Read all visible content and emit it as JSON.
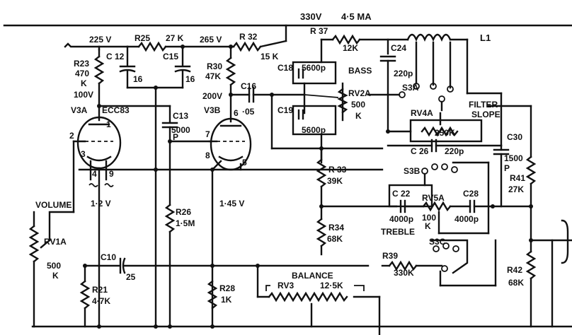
{
  "labels": {
    "supply_top": "330V",
    "supply_current": "4·5 MA",
    "v225": "225 V",
    "v265": "265 V",
    "r25_name": "R25",
    "r25_val": "27 K",
    "r32_name": "R 32",
    "r32_val": "15 K",
    "r37_name": "R 37",
    "r37_val": "12K",
    "l1": "L1",
    "c24_name": "C24",
    "c24_val": "220p",
    "s3a": "S3A",
    "c12": "C 12",
    "c15": "C15",
    "c12_val": "16",
    "c15_val": "16",
    "r23_name": "R23",
    "r23_val": "470",
    "r23_k": "K",
    "v100": "100V",
    "v3a": "V3A",
    "ecc83": "ECC83",
    "r30_name": "R30",
    "r30_val": "47K",
    "v200": "200V",
    "v3b": "V3B",
    "c16_name": "C16",
    "c16_val": "·05",
    "c18_name": "C18",
    "c18_val": "5600p",
    "bass": "BASS",
    "c19_name": "C19",
    "c19_val": "5600p",
    "rv2a_name": "RV2A",
    "rv2a_val": "500",
    "rv2a_k": "K",
    "filter_slope_1": "FILTER",
    "filter_slope_2": "SLOPE",
    "rv4a_name": "RV4A",
    "rv4a_val": "250K",
    "c26_name": "C 26",
    "c26_val": "220p",
    "c30_name": "C30",
    "c30_val": "1500",
    "c30_p": "P",
    "c13_name": "C13",
    "c13_val": "5000",
    "c13_p": "P",
    "pin2": "2",
    "pin3": "3",
    "pin1": "1",
    "pin4": "4",
    "pin9": "9",
    "pin6": "6",
    "pin7": "7",
    "pin8": "8",
    "pin5": "5",
    "r41_name": "R41",
    "r41_val": "27K",
    "r33_name": "R 33",
    "r33_val": "39K",
    "s3b": "S3B",
    "c22_name": "C 22",
    "rv5a_name": "RV5A",
    "c28_name": "C28",
    "c22_val": "4000p",
    "rv5a_val": "100",
    "rv5a_k": "K",
    "c28_val": "4000p",
    "treble": "TREBLE",
    "volume": "VOLUME",
    "v12": "1·2 V",
    "v145": "1·45 V",
    "r26_name": "R26",
    "r26_val": "1·5M",
    "rv1a_name": "RV1A",
    "rv1a_val": "500",
    "rv1a_k": "K",
    "r34_name": "R34",
    "r34_val": "68K",
    "c10_name": "C10",
    "c10_val": "25",
    "r39_name": "R39",
    "r39_val": "330K",
    "s3c": "S3C",
    "balance": "BALANCE",
    "rv3_name": "RV3",
    "rv3_val": "12·5K",
    "r42_name": "R42",
    "r42_val": "68K",
    "r21_name": "R21",
    "r21_val": "4·7K",
    "r28_name": "R28",
    "r28_val": "1K"
  }
}
